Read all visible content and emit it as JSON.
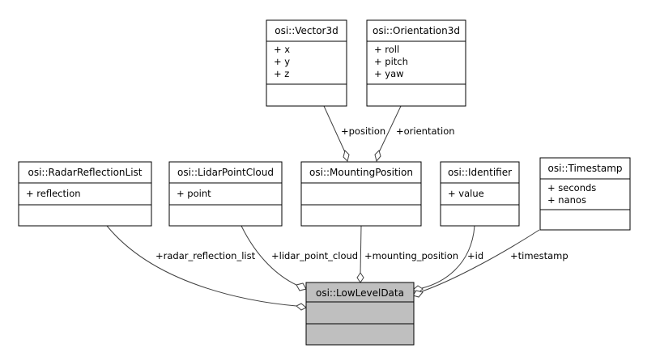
{
  "classes": {
    "vector3d": {
      "name": "osi::Vector3d",
      "attributes": [
        "+ x",
        "+ y",
        "+ z"
      ]
    },
    "orientation3d": {
      "name": "osi::Orientation3d",
      "attributes": [
        "+ roll",
        "+ pitch",
        "+ yaw"
      ]
    },
    "radar_reflection_list": {
      "name": "osi::RadarReflectionList",
      "attributes": [
        "+ reflection"
      ]
    },
    "lidar_point_cloud": {
      "name": "osi::LidarPointCloud",
      "attributes": [
        "+ point"
      ]
    },
    "mounting_position": {
      "name": "osi::MountingPosition",
      "attributes": []
    },
    "identifier": {
      "name": "osi::Identifier",
      "attributes": [
        "+ value"
      ]
    },
    "timestamp": {
      "name": "osi::Timestamp",
      "attributes": [
        "+ seconds",
        "+ nanos"
      ]
    },
    "low_level_data": {
      "name": "osi::LowLevelData",
      "attributes": []
    }
  },
  "edges": {
    "position": "+position",
    "orientation": "+orientation",
    "radar_reflection_list": "+radar_reflection_list",
    "lidar_point_cloud": "+lidar_point_cloud",
    "mounting_position": "+mounting_position",
    "id": "+id",
    "timestamp": "+timestamp"
  },
  "colors": {
    "focus_fill": "#bfbfbf",
    "edge": "#404040",
    "border": "#000000"
  }
}
